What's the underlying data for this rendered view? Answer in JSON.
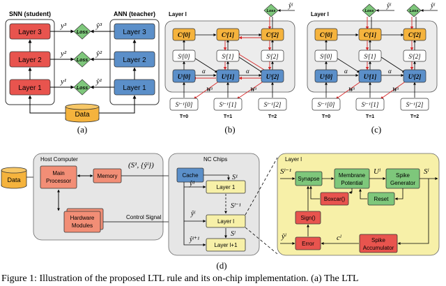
{
  "panel_a": {
    "snn_title": "SNN (student)",
    "ann_title": "ANN (teacher)",
    "snn_layers": [
      "Layer 3",
      "Layer 2",
      "Layer 1"
    ],
    "ann_layers": [
      "Layer 3",
      "Layer 2",
      "Layer 1"
    ],
    "y_labels": [
      "y³",
      "y²",
      "y¹"
    ],
    "yhat_labels": [
      "ŷ³",
      "ŷ²",
      "ŷ¹"
    ],
    "loss_label": "Loss",
    "data_label": "Data",
    "label": "(a)"
  },
  "panel_b": {
    "layer_title": "Layer l",
    "c_nodes": [
      "Cˡ[0]",
      "Cˡ[1]",
      "Cˡ[2]"
    ],
    "s_nodes": [
      "Sˡ[0]",
      "Sˡ[1]",
      "Sˡ[2]"
    ],
    "u_nodes": [
      "Uˡ[0]",
      "Uˡ[1]",
      "Uˡ[2]"
    ],
    "sprev_nodes": [
      "Sˡ⁻¹[0]",
      "Sˡ⁻¹[1]",
      "Sˡ⁻¹[2]"
    ],
    "t_labels": [
      "T=0",
      "T=1",
      "T=2"
    ],
    "alpha": "α",
    "w": "Wˡ",
    "loss": "Loss",
    "yhat": "ŷˡ",
    "label": "(b)"
  },
  "panel_c": {
    "layer_title": "Layer l",
    "c_nodes": [
      "Cˡ[0]",
      "Cˡ[1]",
      "Cˡ[2]"
    ],
    "s_nodes": [
      "Sˡ[0]",
      "Sˡ[1]",
      "Sˡ[2]"
    ],
    "u_nodes": [
      "Uˡ[0]",
      "Uˡ[1]",
      "Uˡ[2]"
    ],
    "sprev_nodes": [
      "Sˡ⁻¹[0]",
      "Sˡ⁻¹[1]",
      "Sˡ⁻¹[2]"
    ],
    "t_labels": [
      "T=0",
      "T=1",
      "T=2"
    ],
    "alpha": "α",
    "w": "Wˡ",
    "loss": "Loss",
    "yhat_1": "ŷˡ",
    "yhat_2": "ŷˡ",
    "label": "(c)"
  },
  "panel_d": {
    "data_label": "Data",
    "host_title": "Host Computer",
    "main_processor": "Main\nProcessor",
    "memory": "Memory",
    "hardware_modules": "Hardware\nModules",
    "control_signal": "Control Signal",
    "transfer_label": "(S¹, {ŷˡ})",
    "nc_title": "NC Chips",
    "cache": "Cache",
    "s1": "S¹",
    "yhat1": "ŷ¹",
    "layer1": "Layer 1",
    "yhatl": "ŷˡ",
    "sl_minus_1": "Sˡ⁻¹",
    "layerl": "Layer l",
    "sl": "Sˡ",
    "yhatl1": "ŷˡ⁺¹",
    "layerl1": "Layer l+1",
    "detail_title": "Layer l",
    "detail_in": "Sˡ⁻¹",
    "synapse": "Synapse",
    "membrane": "Membrane\nPotential",
    "u_label": "Uˡ",
    "spike_gen": "Spike\nGenerator",
    "out_label": "Sˡ",
    "boxcar": "Boxcar()",
    "reset": "Reset",
    "sign": "Sign()",
    "yhat_in": "ŷˡ",
    "error": "Error",
    "c_label": "cˡ",
    "spike_acc": "Spike\nAccumulator",
    "label": "(d)"
  },
  "caption": "Figure 1: Illustration of the proposed LTL rule and its on-chip implementation. (a) The LTL",
  "colors": {
    "red": "#e8544e",
    "blue": "#5b8fc9",
    "green": "#7ec77b",
    "orange": "#f5b33d",
    "yellow": "#f7f0a8",
    "salmon": "#f28e76",
    "gray_bg": "#e6e6e6",
    "panel_bg": "#ececec"
  }
}
